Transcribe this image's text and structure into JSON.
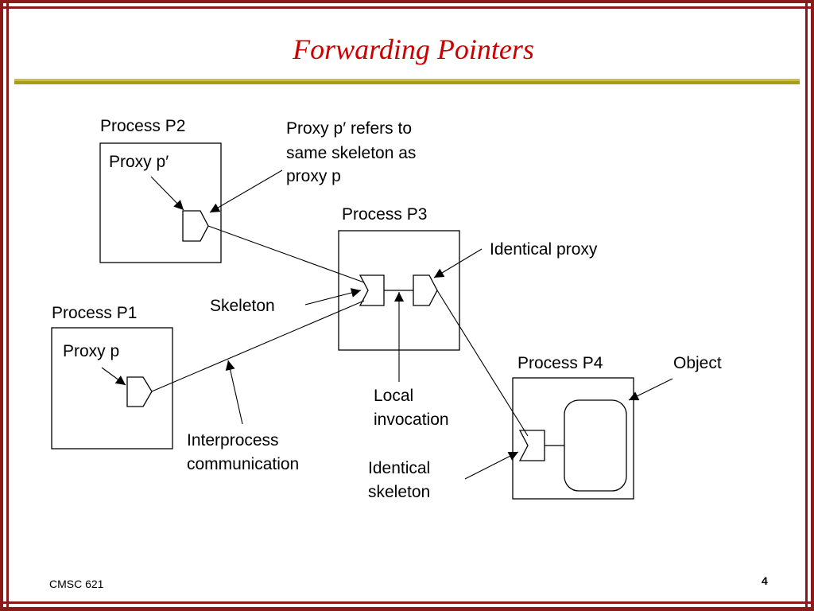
{
  "slide": {
    "title": "Forwarding Pointers",
    "footer": "CMSC 621",
    "page_number": "4"
  },
  "colors": {
    "title": "#cc0000",
    "frame": "#8b1a1a",
    "rule": "#a89c18"
  },
  "diagram": {
    "processes": {
      "p2": "Process P2",
      "p3": "Process P3",
      "p1": "Process P1",
      "p4": "Process P4"
    },
    "labels": {
      "proxy_p_prime": "Proxy p′",
      "proxy_p": "Proxy p",
      "prime_note": [
        "Proxy p′ refers to",
        "same skeleton as",
        "proxy p"
      ],
      "identical_proxy": "Identical proxy",
      "skeleton": "Skeleton",
      "object": "Object",
      "local_invocation": [
        "Local",
        "invocation"
      ],
      "interprocess": [
        "Interprocess",
        "communication"
      ],
      "identical_skeleton": [
        "Identical",
        "skeleton"
      ]
    }
  }
}
